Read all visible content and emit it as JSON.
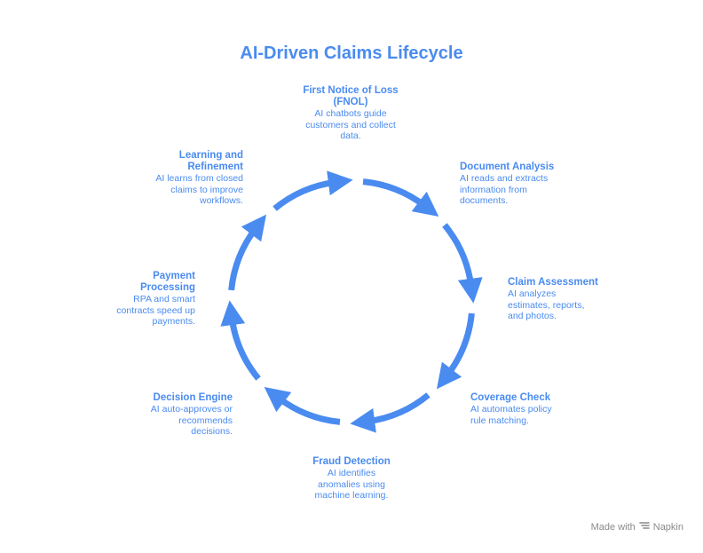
{
  "title": "AI-Driven Claims Lifecycle",
  "steps": [
    {
      "title": "First Notice of Loss (FNOL)",
      "description": "AI chatbots guide customers and collect data."
    },
    {
      "title": "Document Analysis",
      "description": "AI reads and extracts information from documents."
    },
    {
      "title": "Claim Assessment",
      "description": "AI analyzes estimates, reports, and photos."
    },
    {
      "title": "Coverage Check",
      "description": "AI automates policy rule matching."
    },
    {
      "title": "Fraud Detection",
      "description": "AI identifies anomalies using machine learning."
    },
    {
      "title": "Decision Engine",
      "description": "AI auto-approves or recommends decisions."
    },
    {
      "title": "Payment Processing",
      "description": "RPA and smart contracts speed up payments."
    },
    {
      "title": "Learning and Refinement",
      "description": "AI learns from closed claims to improve workflows."
    }
  ],
  "colors": {
    "accent": "#4a8bf0",
    "muted": "#8a8a8a"
  },
  "footer": {
    "prefix": "Made with",
    "brand": "Napkin",
    "icon": "napkin-logo-icon"
  }
}
